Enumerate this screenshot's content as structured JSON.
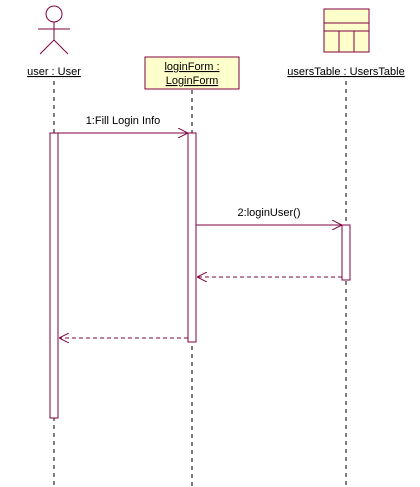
{
  "diagram": {
    "type": "sequence",
    "participants": [
      {
        "id": "user",
        "label": "user : User",
        "kind": "actor"
      },
      {
        "id": "loginForm",
        "label_line1": "loginForm :",
        "label_line2": "LoginForm",
        "kind": "object"
      },
      {
        "id": "usersTable",
        "label": "usersTable : UsersTable",
        "kind": "entity"
      }
    ],
    "messages": [
      {
        "label": "1:Fill Login Info",
        "from": "user",
        "to": "loginForm",
        "style": "sync"
      },
      {
        "label": "2:loginUser()",
        "from": "loginForm",
        "to": "usersTable",
        "style": "sync"
      },
      {
        "label": "",
        "from": "usersTable",
        "to": "loginForm",
        "style": "return"
      },
      {
        "label": "",
        "from": "loginForm",
        "to": "user",
        "style": "return"
      }
    ],
    "colors": {
      "line": "#800040",
      "object_fill": "#ffffcc",
      "entity_fill": "#ffffcc",
      "lifeline": "#000000",
      "text": "#000000"
    }
  }
}
